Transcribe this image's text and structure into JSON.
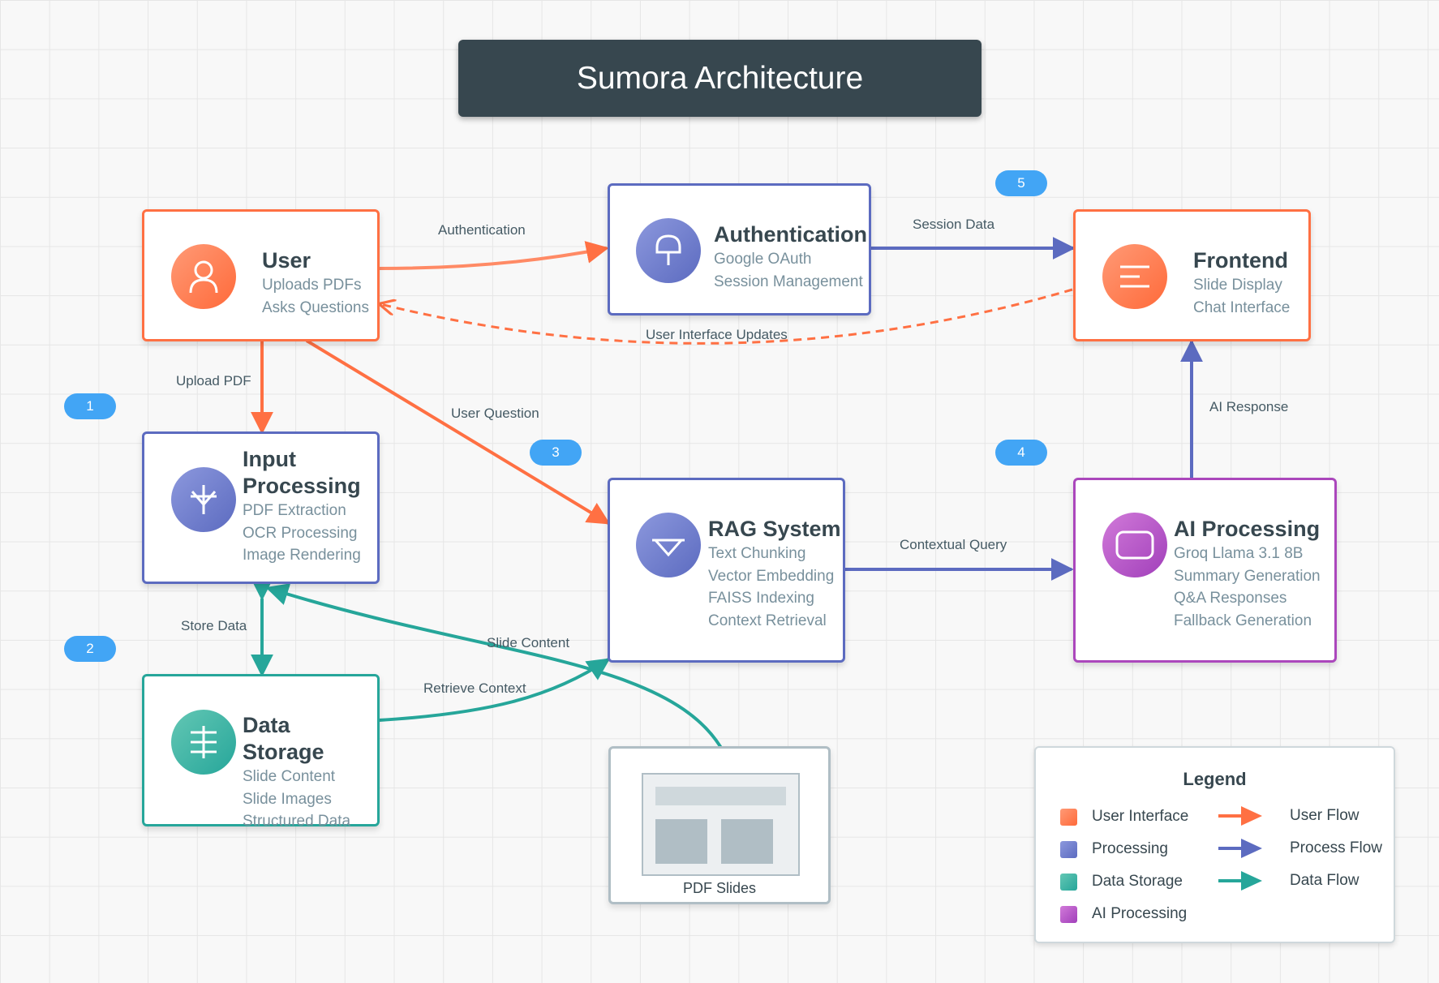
{
  "title": "Sumora Architecture",
  "nodes": {
    "user": {
      "title": "User",
      "lines": [
        "Uploads PDFs",
        "Asks Questions"
      ]
    },
    "auth": {
      "title": "Authentication",
      "lines": [
        "Google OAuth",
        "Session Management"
      ]
    },
    "frontend": {
      "title": "Frontend",
      "lines": [
        "Slide Display",
        "Chat Interface"
      ]
    },
    "input": {
      "title_line1": "Input",
      "title_line2": "Processing",
      "lines": [
        "PDF Extraction",
        "OCR Processing",
        "Image Rendering"
      ]
    },
    "rag": {
      "title": "RAG System",
      "lines": [
        "Text Chunking",
        "Vector Embedding",
        "FAISS Indexing",
        "Context Retrieval"
      ]
    },
    "ai": {
      "title": "AI Processing",
      "lines": [
        "Groq Llama 3.1 8B",
        "Summary Generation",
        "Q&A Responses",
        "Fallback Generation"
      ]
    },
    "storage": {
      "title": "Data Storage",
      "lines": [
        "Slide Content",
        "Slide Images",
        "Structured Data"
      ]
    },
    "pdf": {
      "label": "PDF Slides"
    }
  },
  "flows": {
    "authentication": "Authentication",
    "session_data": "Session Data",
    "ui_updates": "User Interface Updates",
    "upload_pdf": "Upload PDF",
    "user_question": "User Question",
    "ai_response": "AI Response",
    "contextual_query": "Contextual Query",
    "store_data": "Store Data",
    "slide_content": "Slide Content",
    "retrieve_context": "Retrieve Context"
  },
  "badges": [
    "1",
    "2",
    "3",
    "4",
    "5"
  ],
  "legend": {
    "title": "Legend",
    "categories": [
      "User Interface",
      "Processing",
      "Data Storage",
      "AI Processing"
    ],
    "flows": [
      "User Flow",
      "Process Flow",
      "Data Flow"
    ]
  },
  "colors": {
    "user_interface": "#ff7043",
    "processing": "#5c6bc0",
    "data_storage": "#26a69a",
    "ai_processing": "#ab47bc",
    "badge": "#42a5f5",
    "title_bar": "#37474f"
  },
  "icons": {
    "user": "user-icon",
    "auth": "lock-icon",
    "frontend": "menu-icon",
    "input": "merge-icon",
    "rag": "funnel-icon",
    "ai": "screen-icon",
    "storage": "database-icon"
  }
}
